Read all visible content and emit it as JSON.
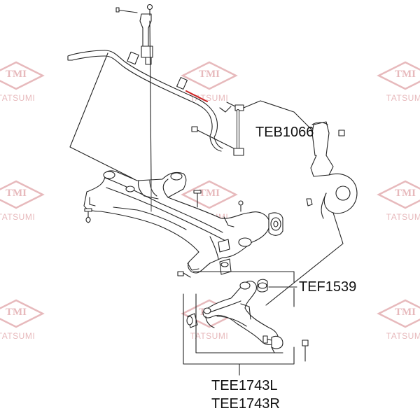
{
  "watermark": {
    "logo": "TMI",
    "text": "TATSUMI",
    "color": "#e7b9bc"
  },
  "labels": {
    "stabilizer_link": "TEB1066",
    "bushing": "TEF1539",
    "arm_left": "TEE1743L",
    "arm_right": "TEE1743R"
  },
  "colors": {
    "line": "#222222",
    "part": "#ffffff",
    "wm": "#e7b9bc"
  }
}
